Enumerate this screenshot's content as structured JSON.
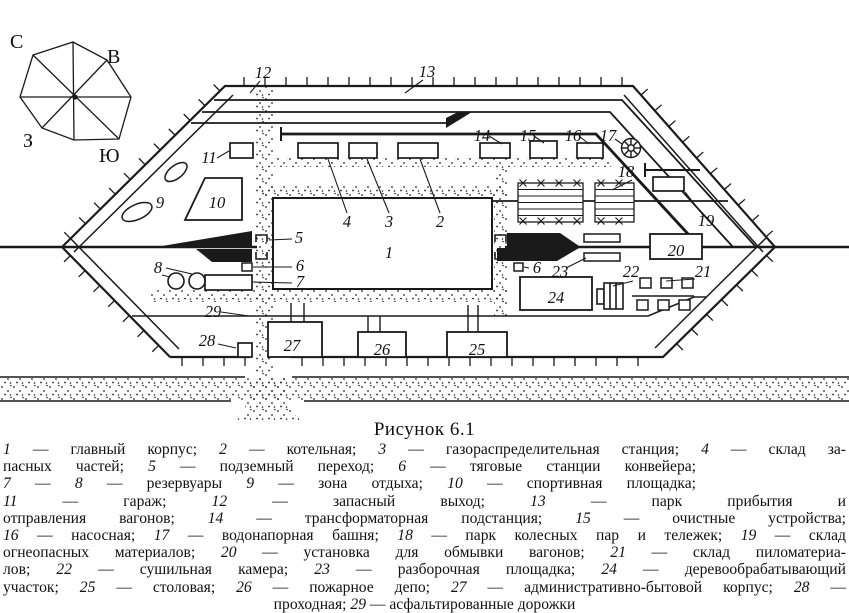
{
  "caption": "Рисунок 6.1",
  "compass": {
    "north": "С",
    "east": "В",
    "west": "З",
    "south": "Ю"
  },
  "plan_labels": [
    {
      "id": "1",
      "text": "1"
    },
    {
      "id": "2",
      "text": "2"
    },
    {
      "id": "3",
      "text": "3"
    },
    {
      "id": "4",
      "text": "4"
    },
    {
      "id": "5",
      "text": "5"
    },
    {
      "id": "6",
      "text": "6"
    },
    {
      "id": "6r",
      "text": "6"
    },
    {
      "id": "7",
      "text": "7"
    },
    {
      "id": "8",
      "text": "8"
    },
    {
      "id": "9",
      "text": "9"
    },
    {
      "id": "10",
      "text": "10"
    },
    {
      "id": "11",
      "text": "11"
    },
    {
      "id": "12",
      "text": "12"
    },
    {
      "id": "13",
      "text": "13"
    },
    {
      "id": "14",
      "text": "14"
    },
    {
      "id": "15",
      "text": "15"
    },
    {
      "id": "16",
      "text": "16"
    },
    {
      "id": "17",
      "text": "17"
    },
    {
      "id": "18",
      "text": "18"
    },
    {
      "id": "19",
      "text": "19"
    },
    {
      "id": "20",
      "text": "20"
    },
    {
      "id": "21",
      "text": "21"
    },
    {
      "id": "22",
      "text": "22"
    },
    {
      "id": "23",
      "text": "23"
    },
    {
      "id": "24",
      "text": "24"
    },
    {
      "id": "25",
      "text": "25"
    },
    {
      "id": "26",
      "text": "26"
    },
    {
      "id": "27",
      "text": "27"
    },
    {
      "id": "28",
      "text": "28"
    },
    {
      "id": "29",
      "text": "29"
    }
  ],
  "legend_lines": [
    "1 — главный корпус; 2 — котельная; 3 — газораспределительная станция; 4 — склад за-",
    "пасных частей; 5 — подземный переход; 6 — тяговые станции конвейера;",
    "7 — 8 — резервуары 9 — зона отдыха; 10 — спортивная площадка;",
    "11 — гараж; 12 — запасный выход; 13 — парк прибытия и",
    "отправления вагонов; 14 — трансформаторная подстанция; 15 — очистные устройства;",
    "16 — насосная; 17 — водонапорная башня; 18 — парк колесных пар и тележек; 19 — склад",
    "огнеопасных материалов; 20 — установка для обмывки вагонов; 21 — склад пиломатериа-",
    "лов; 22 — сушильная камера; 23 — разборочная площадка; 24 — деревообрабатывающий",
    "участок; 25 — столовая; 26 — пожарное депо; 27 — административно-бытовой корпус; 28 —",
    "проходная; 29 — асфальтированные дорожки"
  ]
}
